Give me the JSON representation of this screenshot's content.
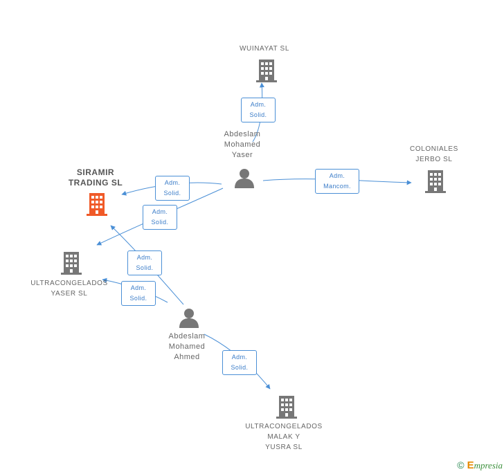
{
  "nodes": {
    "wuinayat": {
      "label": "WUINAYAT SL",
      "kind": "company"
    },
    "coloniales": {
      "label": "COLONIALES\nJERBO SL",
      "kind": "company"
    },
    "siramir": {
      "label": "SIRAMIR\nTRADING SL",
      "kind": "company-focus"
    },
    "ultra_yaser": {
      "label": "ULTRACONGELADOS\nYASER SL",
      "kind": "company"
    },
    "ultra_malak": {
      "label": "ULTRACONGELADOS\nMALAK Y\nYUSRA SL",
      "kind": "company"
    },
    "yaser": {
      "label": "Abdeslam\nMohamed\nYaser",
      "kind": "person"
    },
    "ahmed": {
      "label": "Abdeslam\nMohamed\nAhmed",
      "kind": "person"
    }
  },
  "edges": [
    {
      "id": "e1",
      "label": "Adm.\nSolid."
    },
    {
      "id": "e2",
      "label": "Adm.\nMancom."
    },
    {
      "id": "e3",
      "label": "Adm.\nSolid."
    },
    {
      "id": "e4",
      "label": "Adm.\nSolid."
    },
    {
      "id": "e5",
      "label": "Adm.\nSolid."
    },
    {
      "id": "e6",
      "label": "Adm.\nSolid."
    },
    {
      "id": "e7",
      "label": "Adm.\nSolid."
    }
  ],
  "colors": {
    "company": "#777777",
    "focus": "#f05a28",
    "person": "#777777",
    "edge": "#4a8fd6"
  },
  "footer": {
    "copyright": "©",
    "brand_first": "E",
    "brand_rest": "mpresia"
  }
}
